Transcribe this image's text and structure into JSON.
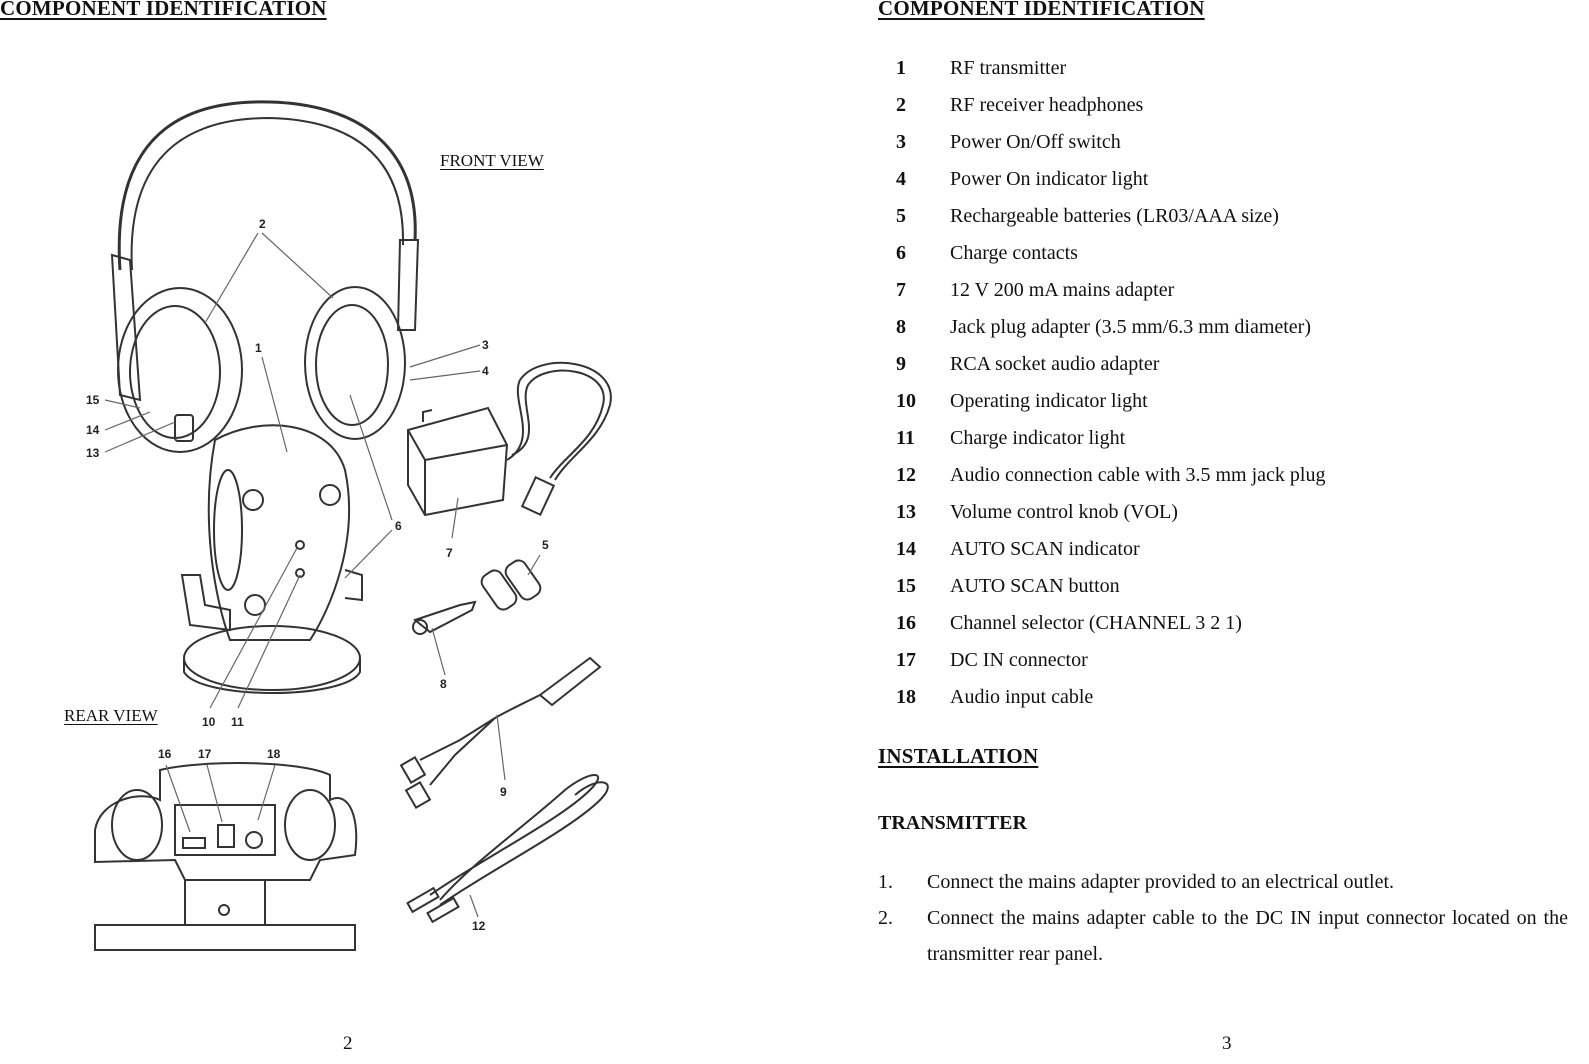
{
  "left_page": {
    "heading": "COMPONENT IDENTIFICATION",
    "front_view_label": "FRONT VIEW",
    "rear_view_label": "REAR VIEW",
    "callouts": [
      "1",
      "2",
      "3",
      "4",
      "5",
      "6",
      "7",
      "8",
      "9",
      "10",
      "11",
      "12",
      "13",
      "14",
      "15",
      "16",
      "17",
      "18"
    ],
    "page_number": "2"
  },
  "right_page": {
    "heading": "COMPONENT IDENTIFICATION",
    "components": [
      {
        "num": "1",
        "label": "RF transmitter"
      },
      {
        "num": "2",
        "label": "RF receiver headphones"
      },
      {
        "num": "3",
        "label": "Power On/Off switch"
      },
      {
        "num": "4",
        "label": "Power On indicator light"
      },
      {
        "num": "5",
        "label": "Rechargeable batteries (LR03/AAA size)"
      },
      {
        "num": "6",
        "label": "Charge contacts"
      },
      {
        "num": "7",
        "label": "12 V 200 mA mains adapter"
      },
      {
        "num": "8",
        "label": "Jack plug adapter (3.5 mm/6.3 mm diameter)"
      },
      {
        "num": "9",
        "label": "RCA socket audio adapter"
      },
      {
        "num": "10",
        "label": "Operating indicator light"
      },
      {
        "num": "11",
        "label": "Charge indicator light"
      },
      {
        "num": "12",
        "label": "Audio connection cable with 3.5 mm jack plug"
      },
      {
        "num": "13",
        "label": "Volume control knob (VOL)"
      },
      {
        "num": "14",
        "label": "AUTO SCAN indicator"
      },
      {
        "num": "15",
        "label": "AUTO SCAN button"
      },
      {
        "num": "16",
        "label": "Channel selector (CHANNEL 3 2 1)"
      },
      {
        "num": "17",
        "label": "DC IN connector"
      },
      {
        "num": "18",
        "label": "Audio input cable"
      }
    ],
    "installation_heading": "INSTALLATION",
    "transmitter_heading": "TRANSMITTER",
    "steps": [
      {
        "num": "1.",
        "text": "Connect the mains adapter provided to an electrical outlet."
      },
      {
        "num": "2.",
        "text": "Connect the mains adapter cable to the DC IN  input connector located on the transmitter rear panel."
      }
    ],
    "page_number": "3"
  }
}
